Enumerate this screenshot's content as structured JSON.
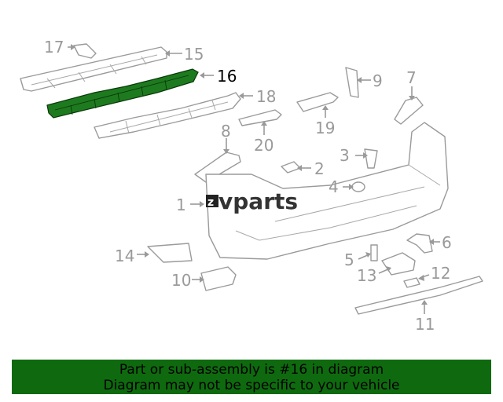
{
  "callouts": [
    {
      "id": "17",
      "text": "17"
    },
    {
      "id": "15",
      "text": "15"
    },
    {
      "id": "16",
      "text": "16",
      "highlighted": true
    },
    {
      "id": "18",
      "text": "18"
    },
    {
      "id": "9",
      "text": "9"
    },
    {
      "id": "7",
      "text": "7"
    },
    {
      "id": "19",
      "text": "19"
    },
    {
      "id": "20",
      "text": "20"
    },
    {
      "id": "8",
      "text": "8"
    },
    {
      "id": "3",
      "text": "3"
    },
    {
      "id": "2",
      "text": "2"
    },
    {
      "id": "4",
      "text": "4"
    },
    {
      "id": "1",
      "text": "1"
    },
    {
      "id": "6",
      "text": "6"
    },
    {
      "id": "14",
      "text": "14"
    },
    {
      "id": "5",
      "text": "5"
    },
    {
      "id": "13",
      "text": "13"
    },
    {
      "id": "12",
      "text": "12"
    },
    {
      "id": "10",
      "text": "10"
    },
    {
      "id": "11",
      "text": "11"
    }
  ],
  "watermark": {
    "text": "vparts"
  },
  "colors": {
    "highlight": "#1e7a1e",
    "banner": "#0f6a0f",
    "linework": "#9a9a9a"
  },
  "banner": {
    "line1": "Part or sub-assembly is #16 in diagram",
    "line2": "Diagram may not be specific to your vehicle"
  }
}
